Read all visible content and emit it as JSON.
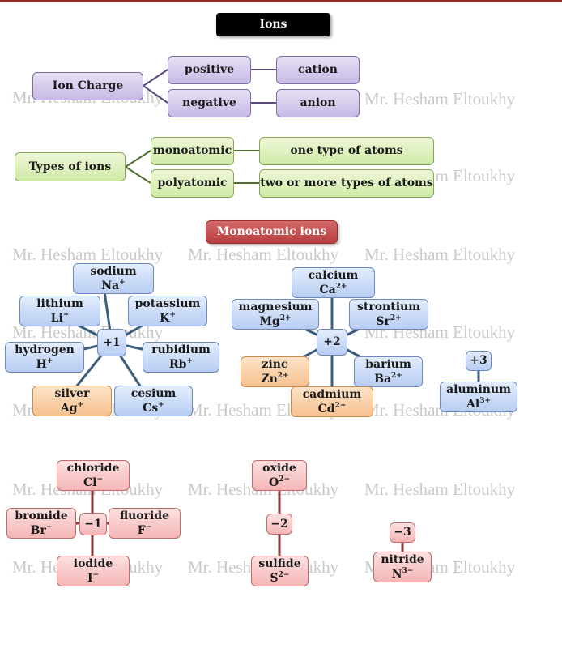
{
  "title": "Ions",
  "section_title": "Monoatomic ions",
  "watermark": "Mr. Hesham Eltoukhy",
  "ion_charge": {
    "root": "Ion Charge",
    "positive": "positive",
    "negative": "negative",
    "cation": "cation",
    "anion": "anion"
  },
  "types_of_ions": {
    "root": "Types of ions",
    "monoatomic": "monoatomic",
    "polyatomic": "polyatomic",
    "monoatomic_desc": "one type of atoms",
    "polyatomic_desc": "two or more types of atoms"
  },
  "groups": {
    "plus1": {
      "charge": "+1",
      "ions": [
        {
          "name": "sodium",
          "sym": "Na",
          "chg": "+"
        },
        {
          "name": "lithium",
          "sym": "Li",
          "chg": "+"
        },
        {
          "name": "potassium",
          "sym": "K",
          "chg": "+"
        },
        {
          "name": "hydrogen",
          "sym": "H",
          "chg": "+"
        },
        {
          "name": "rubidium",
          "sym": "Rb",
          "chg": "+"
        },
        {
          "name": "silver",
          "sym": "Ag",
          "chg": "+"
        },
        {
          "name": "cesium",
          "sym": "Cs",
          "chg": "+"
        }
      ]
    },
    "plus2": {
      "charge": "+2",
      "ions": [
        {
          "name": "calcium",
          "sym": "Ca",
          "chg": "2+"
        },
        {
          "name": "magnesium",
          "sym": "Mg",
          "chg": "2+"
        },
        {
          "name": "strontium",
          "sym": "Sr",
          "chg": "2+"
        },
        {
          "name": "zinc",
          "sym": "Zn",
          "chg": "2+"
        },
        {
          "name": "barium",
          "sym": "Ba",
          "chg": "2+"
        },
        {
          "name": "cadmium",
          "sym": "Cd",
          "chg": "2+"
        }
      ]
    },
    "plus3": {
      "charge": "+3",
      "ions": [
        {
          "name": "aluminum",
          "sym": "Al",
          "chg": "3+"
        }
      ]
    },
    "minus1": {
      "charge": "−1",
      "ions": [
        {
          "name": "chloride",
          "sym": "Cl",
          "chg": "−"
        },
        {
          "name": "bromide",
          "sym": "Br",
          "chg": "−"
        },
        {
          "name": "fluoride",
          "sym": "F",
          "chg": "−"
        },
        {
          "name": "iodide",
          "sym": "I",
          "chg": "−"
        }
      ]
    },
    "minus2": {
      "charge": "−2",
      "ions": [
        {
          "name": "oxide",
          "sym": "O",
          "chg": "2−"
        },
        {
          "name": "sulfide",
          "sym": "S",
          "chg": "2−"
        }
      ]
    },
    "minus3": {
      "charge": "−3",
      "ions": [
        {
          "name": "nitride",
          "sym": "N",
          "chg": "3−"
        }
      ]
    }
  },
  "colors": {
    "purple": "#c7b9e6",
    "green": "#cfeaa6",
    "blue": "#b7cdf2",
    "orange": "#f6c18f",
    "pink": "#f4b6b6",
    "title_red": "#b83d3d"
  }
}
